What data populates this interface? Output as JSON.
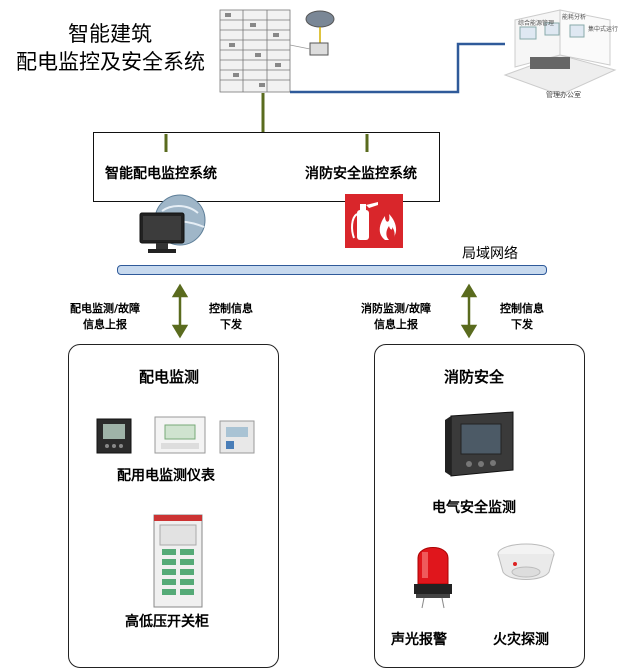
{
  "header": {
    "title_line1": "智能建筑",
    "title_line2": "配电监控及安全系统"
  },
  "office_labels": [
    "综合能源管理",
    "能耗分析",
    "集中式运行"
  ],
  "office_caption": "管理办公室",
  "systems": {
    "power": "智能配电监控系统",
    "fire": "消防安全监控系统"
  },
  "network": {
    "label": "局域网络"
  },
  "links": {
    "power_up": [
      "配电监测/故障",
      "信息上报"
    ],
    "power_down": [
      "控制信息",
      "下发"
    ],
    "fire_up": [
      "消防监测/故障",
      "信息上报"
    ],
    "fire_down": [
      "控制信息",
      "下发"
    ]
  },
  "power_panel": {
    "heading": "配电监测",
    "meters_caption": "配用电监测仪表",
    "cabinet_caption": "高低压开关柜"
  },
  "fire_panel": {
    "heading": "消防安全",
    "monitor_caption": "电气安全监测",
    "alarm_caption": "声光报警",
    "detector_caption": "火灾探测"
  },
  "colors": {
    "connector_green": "#5a6b1e",
    "network_blue": "#2f5a9a",
    "network_bar": "#c7d9ee",
    "fire_red": "#d9262b"
  }
}
